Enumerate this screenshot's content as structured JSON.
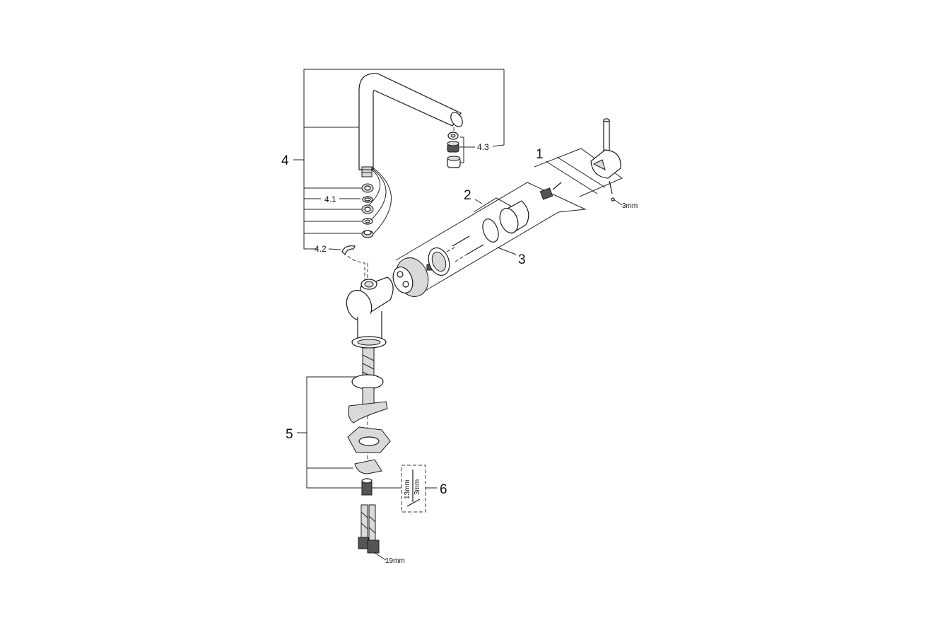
{
  "callouts": {
    "c1": "1",
    "c2": "2",
    "c3": "3",
    "c4": "4",
    "c4_1": "4.1",
    "c4_2": "4.2",
    "c4_3": "4.3",
    "c5": "5",
    "c6": "6"
  },
  "dimensions": {
    "handle_screw": "3mm",
    "nut_wrench": "19mm",
    "tool_a": "13mm",
    "tool_b": "3mm"
  }
}
